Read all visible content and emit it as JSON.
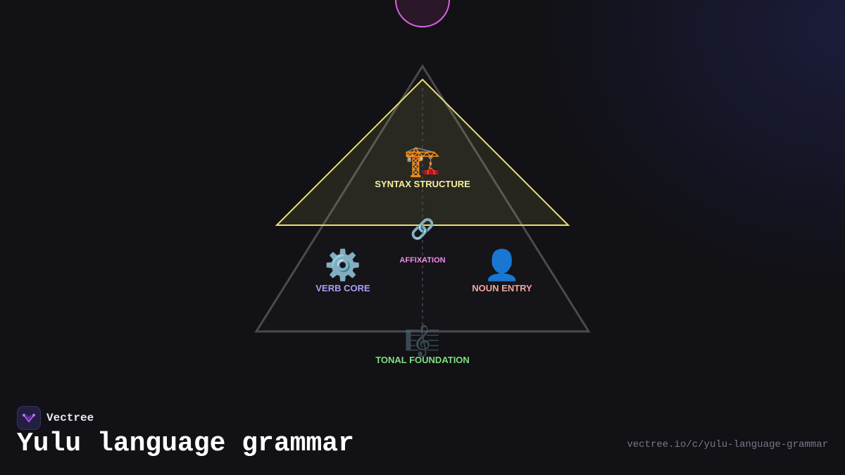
{
  "diagram": {
    "nodes": {
      "syntax": {
        "label": "SYNTAX STRUCTURE",
        "icon": "🏗️",
        "icon_name": "construction-crane-icon",
        "color": "#f6f0a0"
      },
      "affix": {
        "label": "AFFIXATION",
        "icon": "🔗",
        "icon_name": "chain-link-icon",
        "color": "#f08ce8"
      },
      "verb": {
        "label": "VERB CORE",
        "icon": "⚙️",
        "icon_name": "gear-icon",
        "color": "#a6a0f2"
      },
      "noun": {
        "label": "NOUN ENTRY",
        "icon": "👤",
        "icon_name": "person-icon",
        "color": "#f3a4a0"
      },
      "tonal": {
        "label": "TONAL FOUNDATION",
        "icon": "🎼",
        "icon_name": "music-score-icon",
        "color": "#7ee07e"
      }
    },
    "colors": {
      "outer_triangle": "#4a4a4e",
      "inner_triangle": "#e8e070",
      "top_circle": "#e060e8"
    }
  },
  "footer": {
    "brand": "Vectree",
    "title": "Yulu language grammar",
    "url": "vectree.io/c/yulu-language-grammar"
  }
}
